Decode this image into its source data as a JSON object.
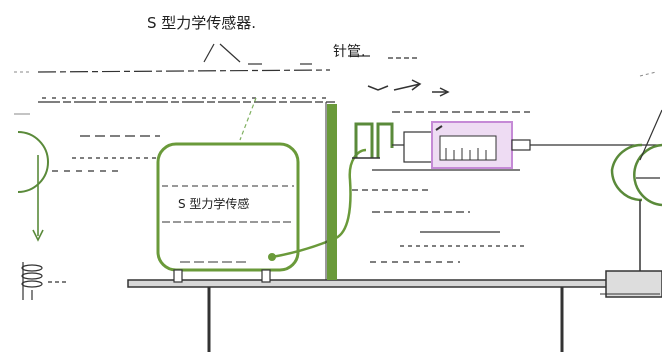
{
  "labels": {
    "sensor_top": "S 型力学传感器.",
    "needle": "针管.",
    "sensor_box": "S 型力学传感"
  },
  "colors": {
    "line": "#222222",
    "green": "#6a9a3a",
    "green_fill": "#ffffff",
    "syringe_fill": "#eedcf3",
    "syringe_border": "#c58ad6",
    "arrow_green": "#7fb060",
    "table": "#333333"
  }
}
